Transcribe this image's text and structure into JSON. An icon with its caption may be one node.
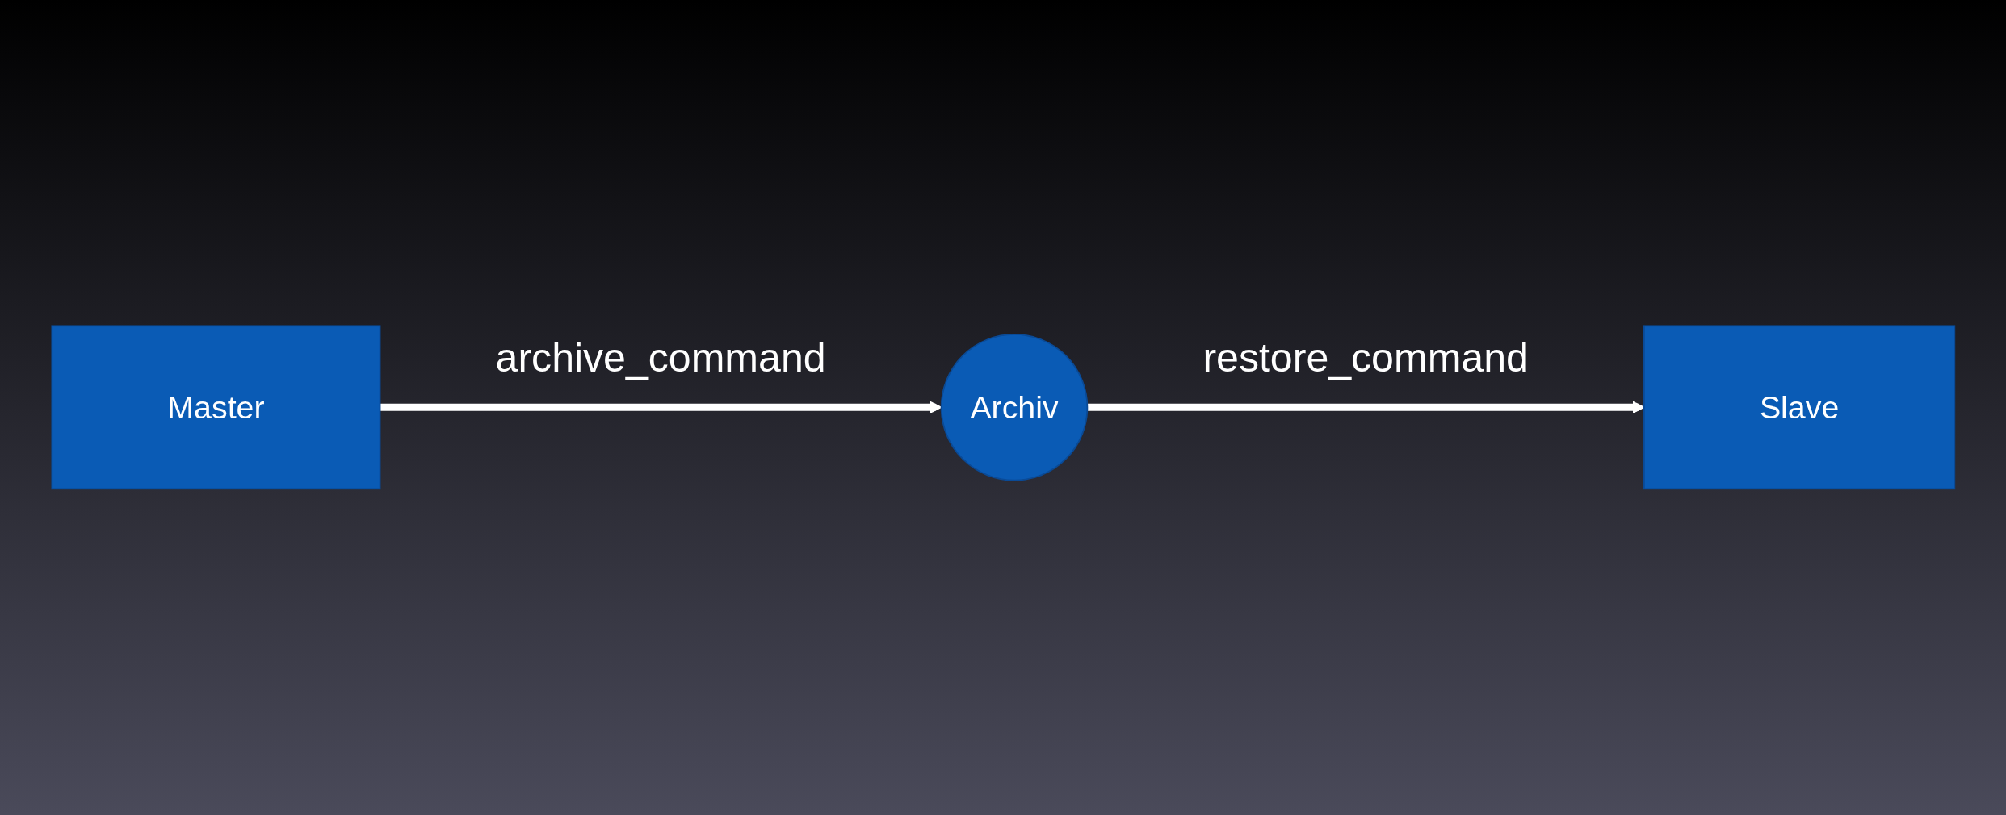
{
  "diagram": {
    "nodes": [
      {
        "text": [
          "Master"
        ]
      },
      {
        "text": [
          "Slave"
        ]
      },
      {
        "text": [
          "Archiv"
        ]
      }
    ],
    "edges": [
      {
        "from": 0,
        "to": 2,
        "arrow": "to",
        "label": "archive_command"
      },
      {
        "from": 2,
        "to": 1,
        "arrow": "to",
        "label": "restore_command"
      }
    ]
  }
}
